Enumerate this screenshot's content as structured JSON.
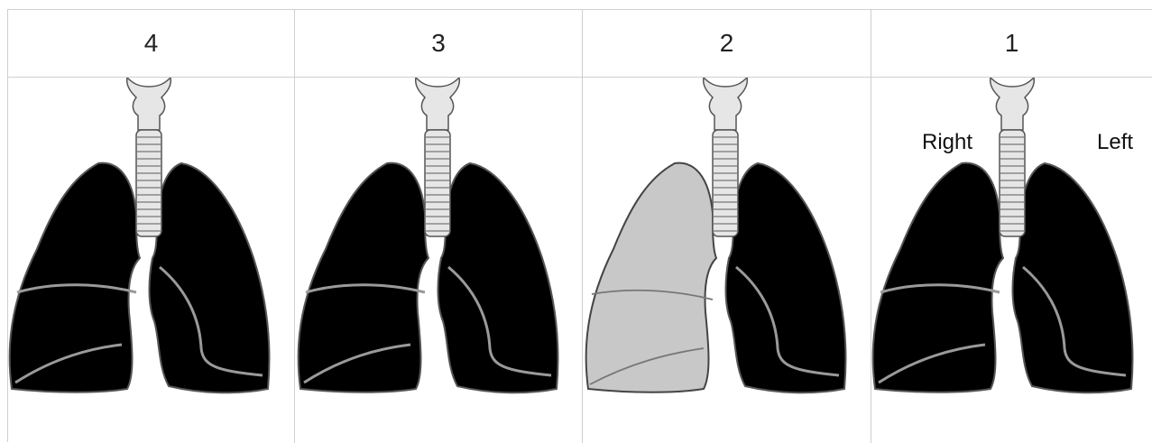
{
  "columns": [
    {
      "number": "4",
      "upper_right_lobe": "dark"
    },
    {
      "number": "3",
      "upper_right_lobe": "dark"
    },
    {
      "number": "2",
      "upper_right_lobe": "grey"
    },
    {
      "number": "1",
      "upper_right_lobe": "dark"
    }
  ],
  "labels": {
    "right": "Right",
    "left": "Left"
  },
  "colors": {
    "lung_dark": "#000000",
    "lung_grey": "#c8c8c8",
    "trachea": "#e6e6e6",
    "outline": "#555555",
    "grid": "#cfcfcf"
  }
}
